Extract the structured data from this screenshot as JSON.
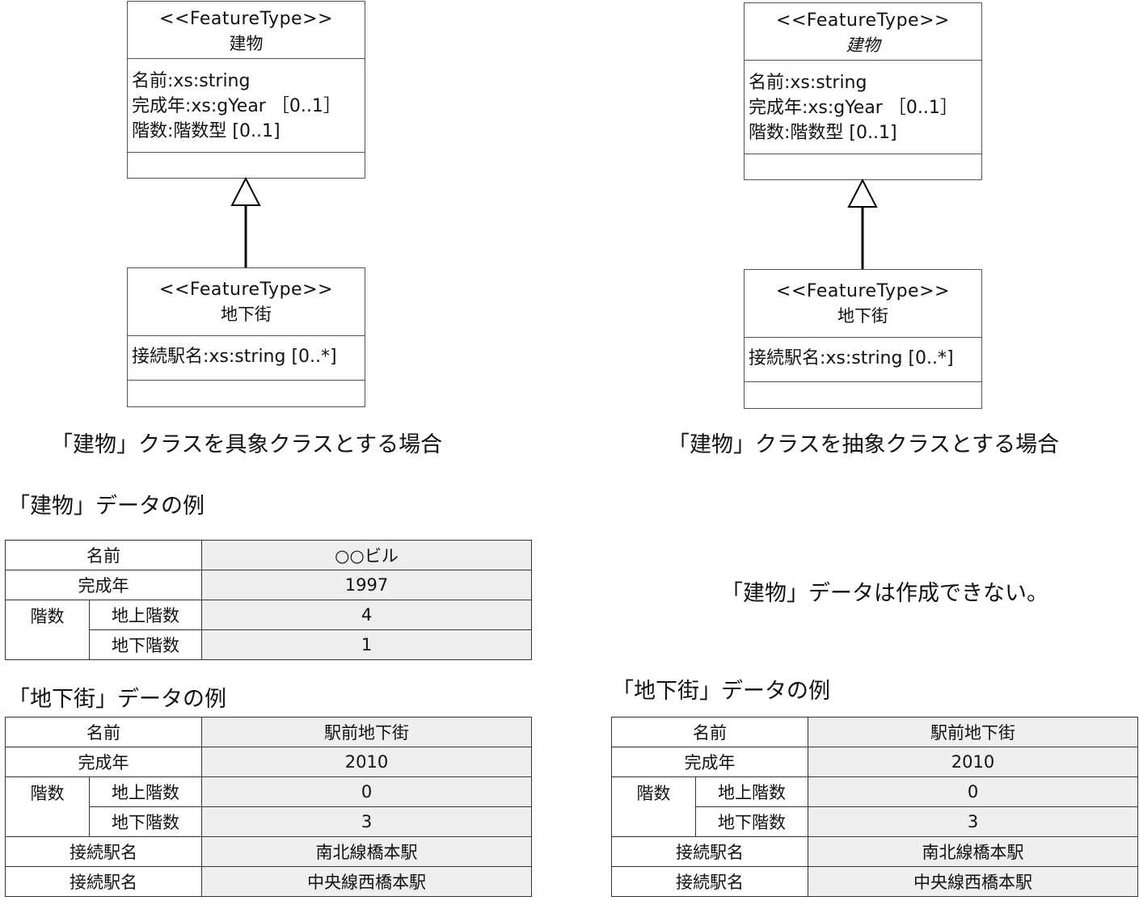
{
  "left_diagram": {
    "superclass": {
      "stereotype": "<<FeatureType>>",
      "name": "建物",
      "attributes": [
        "名前:xs:string",
        "完成年:xs:gYear ［0..1］",
        "階数:階数型 [0..1]"
      ]
    },
    "subclass": {
      "stereotype": "<<FeatureType>>",
      "name": "地下街",
      "attributes": [
        "接続駅名:xs:string [0..*]"
      ]
    },
    "caption": "「建物」クラスを具象クラスとする場合"
  },
  "right_diagram": {
    "superclass": {
      "stereotype": "<<FeatureType>>",
      "name": "建物",
      "abstract": true,
      "attributes": [
        "名前:xs:string",
        "完成年:xs:gYear ［0..1］",
        "階数:階数型 [0..1]"
      ]
    },
    "subclass": {
      "stereotype": "<<FeatureType>>",
      "name": "地下街",
      "attributes": [
        "接続駅名:xs:string [0..*]"
      ]
    },
    "caption": "「建物」クラスを抽象クラスとする場合"
  },
  "building_example": {
    "title": "「建物」データの例",
    "name_label": "名前",
    "name_value": "○○ビル",
    "year_label": "完成年",
    "year_value": "1997",
    "floors_label": "階数",
    "above_label": "地上階数",
    "above_value": "4",
    "below_label": "地下階数",
    "below_value": "1"
  },
  "building_note": "「建物」データは作成できない。",
  "underground_left": {
    "title": "「地下街」データの例",
    "name_label": "名前",
    "name_value": "駅前地下街",
    "year_label": "完成年",
    "year_value": "2010",
    "floors_label": "階数",
    "above_label": "地上階数",
    "above_value": "0",
    "below_label": "地下階数",
    "below_value": "3",
    "station_label": "接続駅名",
    "stations": [
      "南北線橋本駅",
      "中央線西橋本駅"
    ]
  },
  "underground_right": {
    "title": "「地下街」データの例",
    "name_label": "名前",
    "name_value": "駅前地下街",
    "year_label": "完成年",
    "year_value": "2010",
    "floors_label": "階数",
    "above_label": "地上階数",
    "above_value": "0",
    "below_label": "地下階数",
    "below_value": "3",
    "station_label": "接続駅名",
    "stations": [
      "南北線橋本駅",
      "中央線西橋本駅"
    ]
  }
}
